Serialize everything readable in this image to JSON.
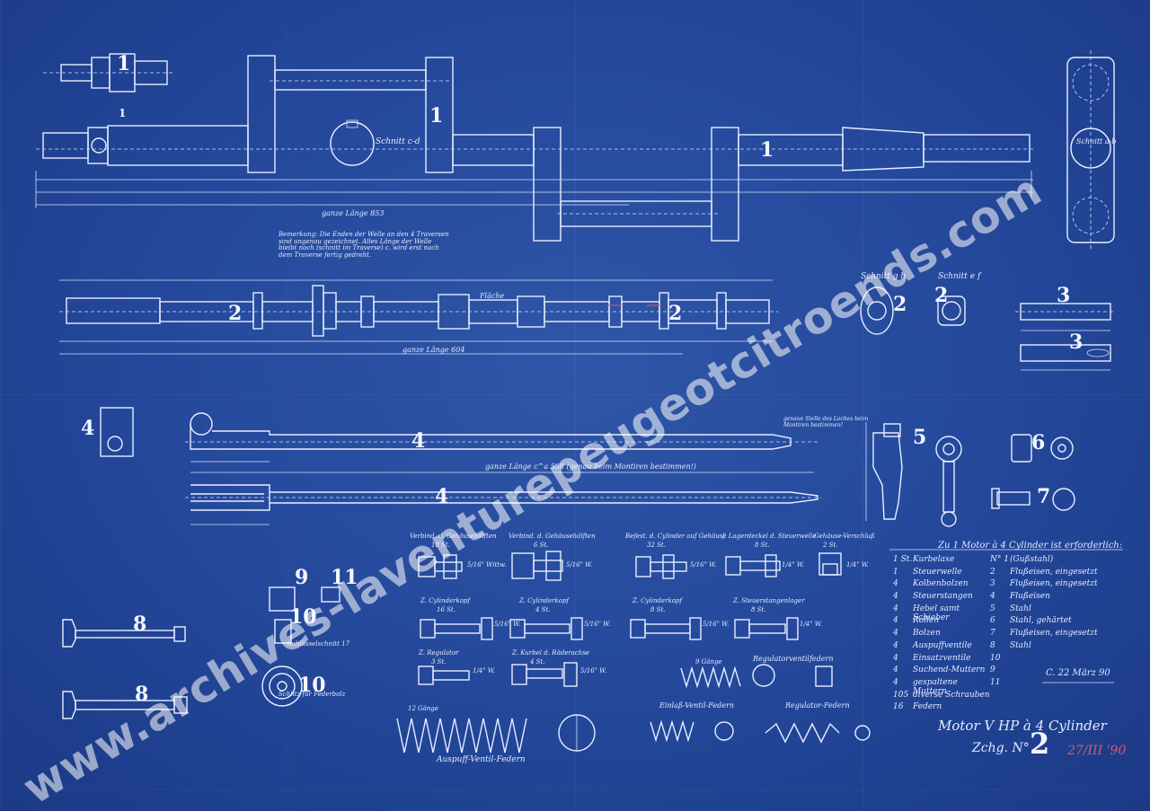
{
  "parts": {
    "p1a": "1",
    "p1b": "1",
    "p1c": "1",
    "p1d": "1",
    "p2a": "2",
    "p2b": "2",
    "p2c": "2",
    "p2d": "2",
    "p3a": "3",
    "p3b": "3",
    "p4a": "4",
    "p4b": "4",
    "p4c": "4",
    "p5": "5",
    "p6": "6",
    "p7": "7",
    "p8a": "8",
    "p8b": "8",
    "p9": "9",
    "p10a": "10",
    "p10b": "10",
    "p11": "11"
  },
  "labels": {
    "schnitt_cd": "Schnitt c-d",
    "schnitt_ab": "Schnitt a-b",
    "schnitt_gh": "Schnitt g h",
    "schnitt_ef": "Schnitt e f",
    "gauze_laenge_1": "ganze Länge 853",
    "gauze_laenge_2": "ganze Länge 604",
    "gauze_laenge_4": "ganze Länge c^a 538 (genau beim Montiren bestimmen!)",
    "note": "Bemerkung: Die Enden der Welle an den 4 Traversen sind ungenau gezeichnet. Alles Länge der Welle bleibt noch (schnitt im Traverse) c. wird erst nach dem Traverse fertig gedreht.",
    "flaeche": "Fläche",
    "rod_note": "genaue Stelle des Loches beim Montiren bestimmen!",
    "schlitz": "Schlitz für Federbolz",
    "schieber": "Schlüsselschnitt 17",
    "ventilfeder": "Regulatorventilfedern",
    "einlass_feder": "Einlaß-Ventil-Federn",
    "regulator_feder": "Regulator-Federn",
    "auspuff_feder": "Auspuff-Ventil-Federn",
    "gaenge_12": "12 Gänge",
    "gaenge_9": "9 Gänge"
  },
  "bolts": [
    {
      "title": "Verbind. d. Gehäusehälften",
      "qty": "18 St.",
      "thread": "5/16\" Wittw."
    },
    {
      "title": "Verbind. d. Gehäusehälften",
      "qty": "6 St.",
      "thread": "5/16\" W."
    },
    {
      "title": "Befest. d. Cylinder auf Gehäuse",
      "qty": "32 St.",
      "thread": "5/16\" W."
    },
    {
      "title": "f. Lagerdeckel d. Steuerwelle",
      "qty": "8 St.",
      "thread": "1/4\" W."
    },
    {
      "title": "Gehäuse-Verschluß",
      "qty": "2 St.",
      "thread": "1/4\" W."
    },
    {
      "title": "Z. Cylinderkopf",
      "qty": "16 St.",
      "thread": "5/16\" W."
    },
    {
      "title": "Z. Cylinderkopf",
      "qty": "4 St.",
      "thread": "5/16\" W."
    },
    {
      "title": "Z. Cylinderkopf",
      "qty": "8 St.",
      "thread": "5/16\" W."
    },
    {
      "title": "Z. Steuerstangenlager",
      "qty": "8 St.",
      "thread": "1/4\" W."
    },
    {
      "title": "Z. Regulator",
      "qty": "3 St.",
      "thread": "1/4\" W."
    },
    {
      "title": "Z. Kurbel d. Räderachse",
      "qty": "4 St.",
      "thread": "5/16\" W."
    }
  ],
  "bom": {
    "heading": "Zu 1 Motor à 4 Cylinder ist erforderlich:",
    "rows": [
      {
        "qty": "1 St.",
        "name": "Kurbelaxe",
        "no": "N° 1",
        "material": "(Gußstahl)"
      },
      {
        "qty": "1",
        "name": "Steuerwelle",
        "no": "2",
        "material": "Flußeisen, eingesetzt"
      },
      {
        "qty": "4",
        "name": "Kolbenbolzen",
        "no": "3",
        "material": "Flußeisen, eingesetzt"
      },
      {
        "qty": "4",
        "name": "Steuerstangen",
        "no": "4",
        "material": "Flußeisen"
      },
      {
        "qty": "4",
        "name": "Hebel samt Schieber",
        "no": "5",
        "material": "Stahl"
      },
      {
        "qty": "4",
        "name": "Rollen",
        "no": "6",
        "material": "Stahl, gehärtet"
      },
      {
        "qty": "4",
        "name": "Bolzen",
        "no": "7",
        "material": "Flußeisen, eingesetzt"
      },
      {
        "qty": "4",
        "name": "Auspuffventile",
        "no": "8",
        "material": "Stahl"
      },
      {
        "qty": "4",
        "name": "Einsatzventile",
        "no": "10",
        "material": ""
      },
      {
        "qty": "4",
        "name": "Suchend-Muttern",
        "no": "9",
        "material": ""
      },
      {
        "qty": "4",
        "name": "gespaltene Muttern",
        "no": "11",
        "material": ""
      },
      {
        "qty": "105",
        "name": "diverse Schrauben",
        "no": "",
        "material": ""
      },
      {
        "qty": "16",
        "name": "Federn",
        "no": "",
        "material": ""
      }
    ]
  },
  "signature": "C. 22 März 90",
  "title_block": {
    "line1": "Motor V HP à 4 Cylinder",
    "line2": "Zchg. N°",
    "number": "2",
    "red_date": "27/III '90"
  },
  "watermark": "www.archives-laventurepeugeotcitroends.com",
  "colors": {
    "paper": "#24479a",
    "ink": "#e8eeff",
    "red_ink": "#d2556b"
  }
}
